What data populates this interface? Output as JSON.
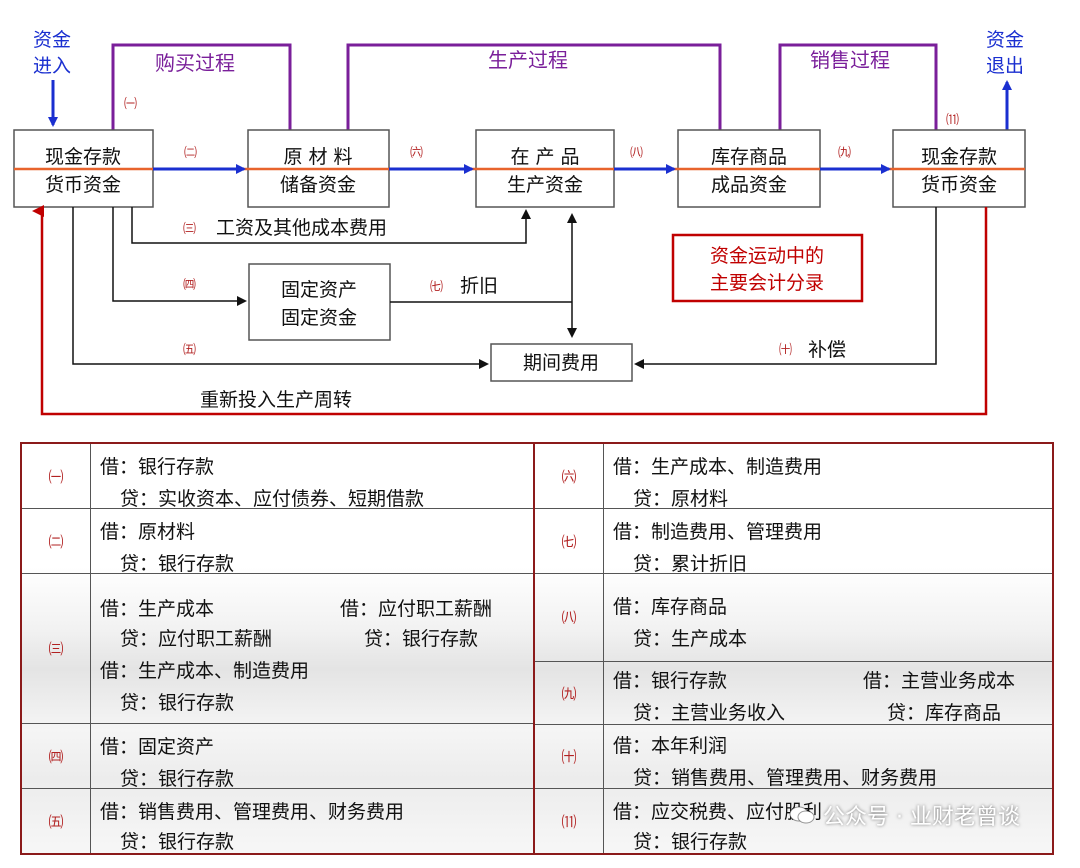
{
  "diagram": {
    "fund_in": [
      "资金",
      "进入"
    ],
    "fund_out": [
      "资金",
      "退出"
    ],
    "process_purchase": "购买过程",
    "process_production": "生产过程",
    "process_sales": "销售过程",
    "boxes": {
      "cash_in": [
        "现金存款",
        "货币资金"
      ],
      "materials": [
        "原 材 料",
        "储备资金"
      ],
      "wip": [
        "在 产 品",
        "生产资金"
      ],
      "goods": [
        "库存商品",
        "成品资金"
      ],
      "cash_out": [
        "现金存款",
        "货币资金"
      ],
      "fixed": [
        "固定资产",
        "固定资金"
      ],
      "period": "期间费用"
    },
    "arrow_labels": {
      "n1": "㈠",
      "n2": "㈡",
      "n3": "㈢",
      "n4": "㈣",
      "n5": "㈤",
      "n6": "㈥",
      "n7": "㈦",
      "n8": "㈧",
      "n9": "㈨",
      "n10": "㈩",
      "n11": "⑾"
    },
    "wages_label": "工资及其他成本费用",
    "depreciation_label": "折旧",
    "compensation_label": "补偿",
    "reinvest_label": "重新投入生产周转",
    "note": [
      "资金运动中的",
      "主要会计分录"
    ]
  },
  "entries": {
    "left": [
      {
        "num": "㈠",
        "lines": [
          "借：银行存款",
          "贷：实收资本、应付债券、短期借款"
        ]
      },
      {
        "num": "㈡",
        "lines": [
          "借：原材料",
          "贷：银行存款"
        ]
      },
      {
        "num": "㈢",
        "lines": [
          "借：生产成本",
          "借：应付职工薪酬",
          "贷：应付职工薪酬",
          "贷：银行存款",
          "借：生产成本、制造费用",
          "贷：银行存款"
        ]
      },
      {
        "num": "㈣",
        "lines": [
          "借：固定资产",
          "贷：银行存款"
        ]
      },
      {
        "num": "㈤",
        "lines": [
          "借：销售费用、管理费用、财务费用",
          "贷：银行存款"
        ]
      }
    ],
    "right": [
      {
        "num": "㈥",
        "lines": [
          "借：生产成本、制造费用",
          "贷：原材料"
        ]
      },
      {
        "num": "㈦",
        "lines": [
          "借：制造费用、管理费用",
          "贷：累计折旧"
        ]
      },
      {
        "num": "㈧",
        "lines": [
          "借：库存商品",
          "贷：生产成本"
        ]
      },
      {
        "num": "㈨",
        "lines": [
          "借：银行存款",
          "借：主营业务成本",
          "贷：主营业务收入",
          "贷：库存商品"
        ]
      },
      {
        "num": "㈩",
        "lines": [
          "借：本年利润",
          "贷：销售费用、管理费用、财务费用"
        ]
      },
      {
        "num": "⑾",
        "lines": [
          "借：应交税费、应付股利",
          "贷：银行存款"
        ]
      }
    ]
  },
  "watermark": "公众号 · 业财老曾谈",
  "colors": {
    "blue": "#1a2fd0",
    "purple": "#7a1f9a",
    "red": "#c00000",
    "orange": "#e8632c",
    "border": "#8b1a1a"
  }
}
